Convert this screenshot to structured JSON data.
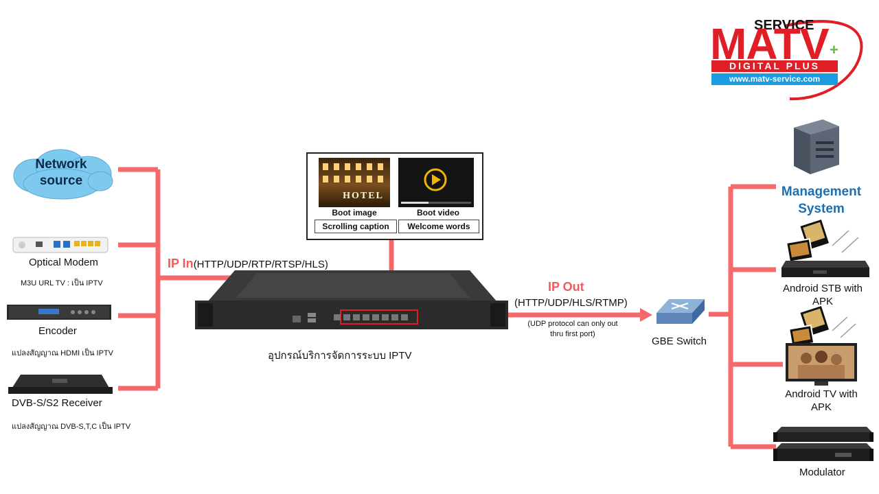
{
  "logo": {
    "top": "SERVICE",
    "main": "MATV",
    "plus": "+",
    "band": "DIGITAL PLUS",
    "url": "www.matv-service.com"
  },
  "sources": {
    "network": "Network\nsource",
    "optical_modem": "Optical Modem",
    "m3u_note": "M3U URL TV : เป็น IPTV",
    "encoder": "Encoder",
    "encoder_note": "แปลงสัญญาณ HDMI เป็น IPTV",
    "dvb_receiver": "DVB-S/S2 Receiver",
    "dvb_note": "แปลงสัญญาณ DVB-S,T,C เป็น IPTV"
  },
  "ip_in": {
    "title": "IP In",
    "protocols": "(HTTP/UDP/RTP/RTSP/HLS)"
  },
  "features": {
    "hotel_sign": "HOTEL",
    "boot_image": "Boot image",
    "boot_video": "Boot video",
    "scrolling_caption": "Scrolling caption",
    "welcome_words": "Welcome words"
  },
  "device": {
    "caption": "อุปกรณ์บริการจัดการระบบ IPTV"
  },
  "ip_out": {
    "title": "IP Out",
    "protocols": "(HTTP/UDP/HLS/RTMP)",
    "note": "(UDP protocol can only out\nthru first port)"
  },
  "switch": {
    "label": "GBE Switch"
  },
  "outputs": {
    "management": "Management\nSystem",
    "android_stb": "Android STB with\nAPK",
    "android_tv": "Android TV with\nAPK",
    "modulator": "Modulator"
  },
  "colors": {
    "line": "#f46a6a",
    "brand_red": "#e01e25",
    "brand_blue": "#1b75bb",
    "mgmt_blue": "#1f6fb0"
  }
}
